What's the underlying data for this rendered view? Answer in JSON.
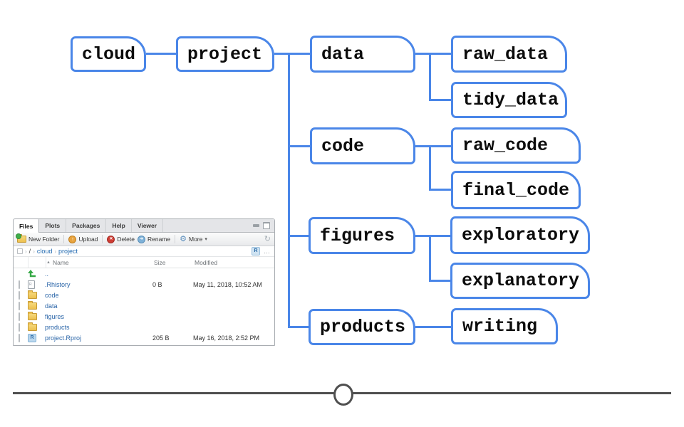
{
  "diagram": {
    "accent_color": "#4a86e8",
    "text_color": "#0c0c0c",
    "nodes": [
      {
        "label": "cloud"
      },
      {
        "label": "project"
      },
      {
        "label": "data"
      },
      {
        "label": "raw_data"
      },
      {
        "label": "tidy_data"
      },
      {
        "label": "code"
      },
      {
        "label": "raw_code"
      },
      {
        "label": "final_code"
      },
      {
        "label": "figures"
      },
      {
        "label": "exploratory"
      },
      {
        "label": "explanatory"
      },
      {
        "label": "products"
      },
      {
        "label": "writing"
      }
    ]
  },
  "rstudio": {
    "tabs": [
      "Files",
      "Plots",
      "Packages",
      "Help",
      "Viewer"
    ],
    "active_tab": "Files",
    "toolbar": {
      "new_folder": "New Folder",
      "upload": "Upload",
      "delete": "Delete",
      "rename": "Rename",
      "more": "More"
    },
    "breadcrumb": {
      "root": "/",
      "seg1": "cloud",
      "seg2": "project"
    },
    "columns": {
      "name": "Name",
      "size": "Size",
      "modified": "Modified"
    },
    "files": [
      {
        "name": "..",
        "size": "",
        "modified": "",
        "icon": "up-arrow"
      },
      {
        "name": ".Rhistory",
        "size": "0 B",
        "modified": "May 11, 2018, 10:52 AM",
        "icon": "r-file"
      },
      {
        "name": "code",
        "size": "",
        "modified": "",
        "icon": "folder"
      },
      {
        "name": "data",
        "size": "",
        "modified": "",
        "icon": "folder"
      },
      {
        "name": "figures",
        "size": "",
        "modified": "",
        "icon": "folder"
      },
      {
        "name": "products",
        "size": "",
        "modified": "",
        "icon": "folder"
      },
      {
        "name": "project.Rproj",
        "size": "205 B",
        "modified": "May 16, 2018, 2:52 PM",
        "icon": "r-project"
      }
    ],
    "colors": {
      "link_blue": "#2a65a8",
      "folder_yellow": "#eec04f",
      "delete_red": "#cf3d34",
      "up_arrow_green": "#35a845"
    }
  }
}
